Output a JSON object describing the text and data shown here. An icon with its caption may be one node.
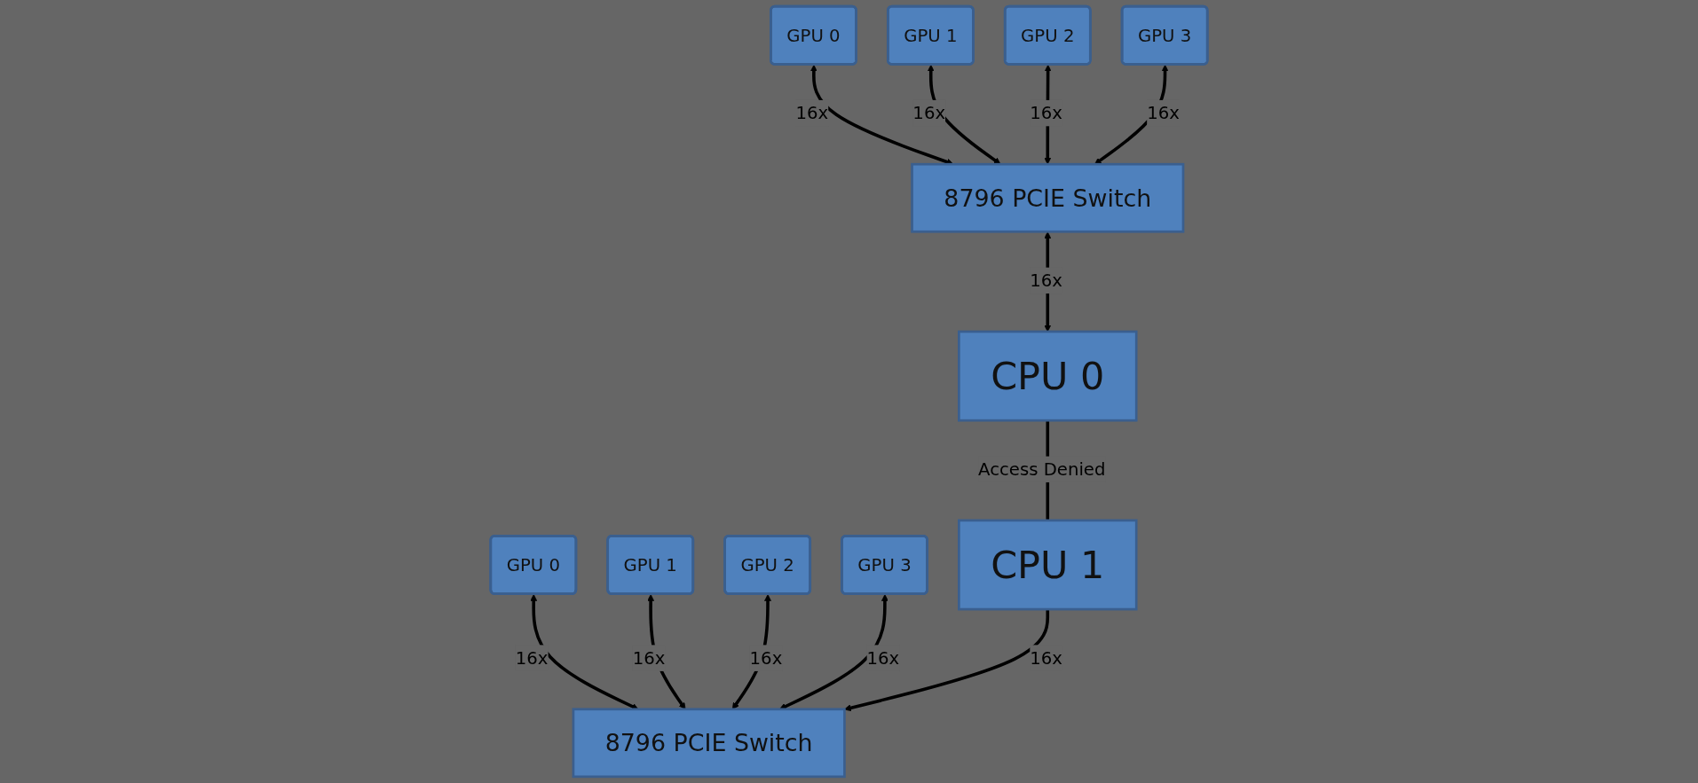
{
  "diagram": {
    "nodes": [
      {
        "text": [
          "GPU 0"
        ]
      },
      {
        "text": [
          "GPU 1"
        ]
      },
      {
        "text": [
          "GPU 2"
        ]
      },
      {
        "text": [
          "GPU 3"
        ]
      },
      {
        "text": [
          "GPU 0"
        ]
      },
      {
        "text": [
          "GPU 1"
        ]
      },
      {
        "text": [
          "GPU 2"
        ]
      },
      {
        "text": [
          "GPU 3"
        ]
      },
      {
        "text": [
          "8796 PCIE Switch"
        ]
      },
      {
        "text": [
          "8796 PCIE Switch"
        ]
      },
      {
        "text": [
          "CPU 0"
        ]
      },
      {
        "text": [
          "CPU 1"
        ]
      }
    ],
    "edges": [
      {
        "from": 0,
        "to": 8,
        "arrow": "both",
        "label": "16x"
      },
      {
        "from": 1,
        "to": 8,
        "arrow": "both",
        "label": "16x"
      },
      {
        "from": 2,
        "to": 8,
        "arrow": "both",
        "label": "16x"
      },
      {
        "from": 3,
        "to": 8,
        "arrow": "both",
        "label": "16x"
      },
      {
        "from": 4,
        "to": 9,
        "arrow": "both",
        "label": "16x"
      },
      {
        "from": 5,
        "to": 9,
        "arrow": "both",
        "label": "16x"
      },
      {
        "from": 6,
        "to": 9,
        "arrow": "both",
        "label": "16x"
      },
      {
        "from": 7,
        "to": 9,
        "arrow": "both",
        "label": "16x"
      },
      {
        "from": 8,
        "to": 10,
        "arrow": "both",
        "label": "16x"
      },
      {
        "from": 11,
        "to": 9,
        "arrow": "to",
        "label": "16x"
      },
      {
        "from": 10,
        "to": 11,
        "arrow": "none",
        "label": "Access  Denied"
      }
    ]
  }
}
